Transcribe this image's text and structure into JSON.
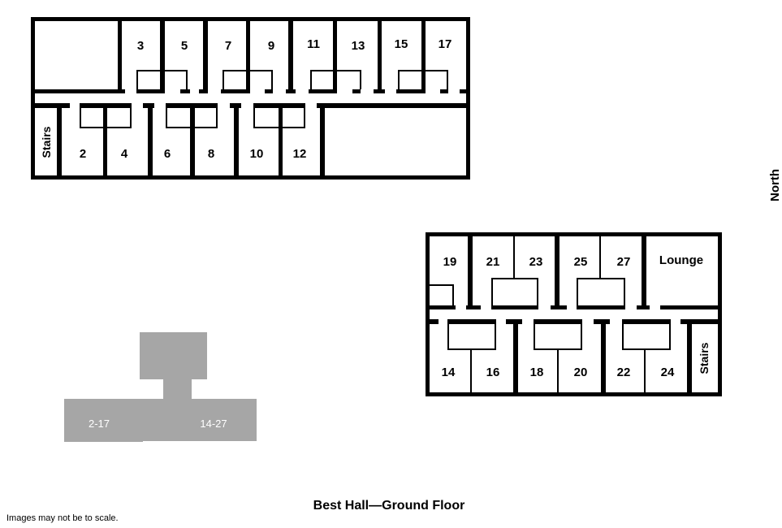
{
  "title": "Best Hall—Ground Floor",
  "note": "Images may not be to scale.",
  "compass": "North",
  "west_wing": {
    "north_rooms": [
      "3",
      "5",
      "7",
      "9",
      "11",
      "13",
      "15",
      "17"
    ],
    "south_rooms": [
      "2",
      "4",
      "6",
      "8",
      "10",
      "12"
    ],
    "stairs": "Stairs"
  },
  "east_wing": {
    "north_rooms": [
      "19",
      "21",
      "23",
      "25",
      "27"
    ],
    "lounge": "Lounge",
    "south_rooms": [
      "14",
      "16",
      "18",
      "20",
      "22",
      "24"
    ],
    "stairs": "Stairs"
  },
  "key_map": {
    "west_label": "2-17",
    "east_label": "14-27",
    "fill": "#a6a6a6"
  }
}
